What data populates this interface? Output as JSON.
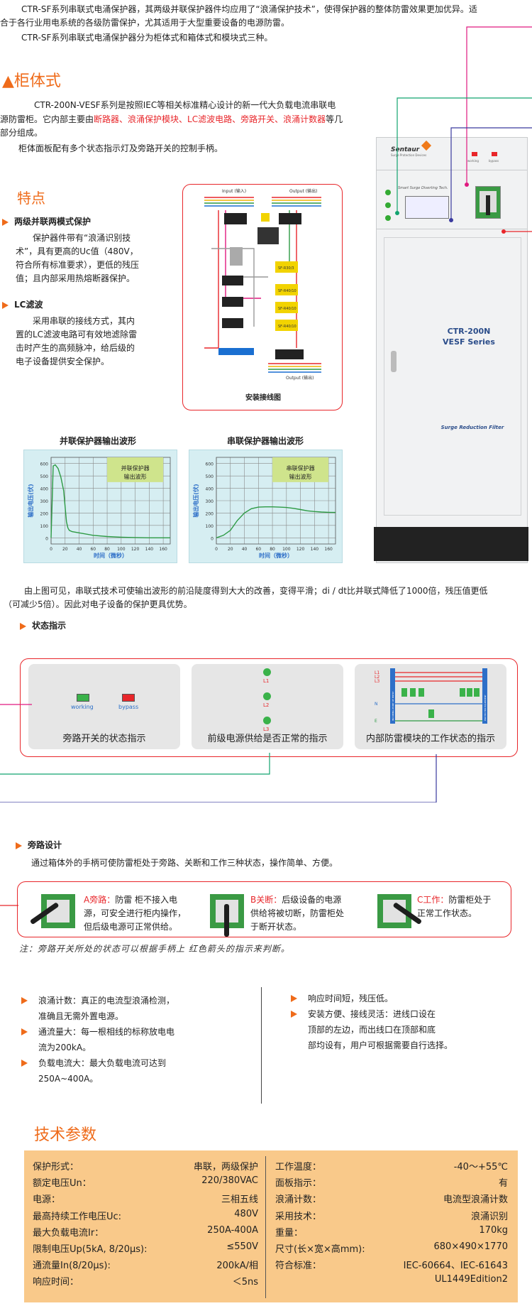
{
  "intro": {
    "para1_a": "CTR-SF系列串联式电涌保护器，其两级并联保护器件均应用了“浪涌保护技术”，使得保护器的整体防雷效果更加优异。适",
    "para1_b": "合于各行业用电系统的各级防雷保护，尤其适用于大型重要设备的电源防雷。",
    "para2": "CTR-SF系列串联式电涌保护器分为柜体式和箱体式和模块式三种。"
  },
  "cabinet_section": {
    "title": "▲柜体式",
    "line1": "CTR-200N-VESF系列是按照IEC等相关标准精心设计的新一代大负载电流串联电",
    "line2_pre": "源防雷柜。它内部主要由",
    "line2_red": "断路器、浪涌保护模块、LC滤波电路、旁路开关、浪涌计数器",
    "line2_post": "等几",
    "line3": "部分组成。",
    "line4": "柜体面板配有多个状态指示灯及旁路开关的控制手柄。"
  },
  "features": {
    "title": "特点",
    "f1_title": "两级并联两模式保护",
    "f1_lines": [
      "保护器件带有“浪涌识别技",
      "术”，具有更高的Uc值（480V，",
      "符合所有标准要求），更低的残压",
      "值；且内部采用热熔断器保护。"
    ],
    "f2_title": "LC滤波",
    "f2_lines": [
      "采用串联的接线方式，其内",
      "置的LC滤波电路可有效地滤除雷",
      "击时产生的高频脉冲，给后级的",
      "电子设备提供安全保护。"
    ]
  },
  "wiring": {
    "caption": "安装接线图",
    "input_label": "Input (输入)",
    "output_label": "Output (输出)",
    "output_label2": "Output (输出)",
    "modules": [
      "SF-R30/3",
      "SF-R40/10",
      "SF-R40/10",
      "SF-R40/10"
    ]
  },
  "cabinet": {
    "brand": "Sentaur",
    "brand_sub": "Surge Protection Devices",
    "panel_text": "Smart Surge Diverting Tech.",
    "working": "working",
    "bypass": "bypass",
    "model1": "CTR-200N",
    "model2": "VESF Series",
    "filter": "Surge Reduction Filter"
  },
  "charts": [
    {
      "heading": "并联保护器输出波形",
      "legend_lines": [
        "并联保护器",
        "输出波形"
      ],
      "ylabel": "输出电压(伏)",
      "xlabel": "时间（微秒）",
      "yticks": [
        "600",
        "500",
        "400",
        "300",
        "200",
        "100",
        "0"
      ],
      "xticks": [
        "0",
        "20",
        "40",
        "60",
        "80",
        "100",
        "120",
        "140",
        "160"
      ]
    },
    {
      "heading": "串联保护器输出波形",
      "legend_lines": [
        "串联保护器",
        "输出波形"
      ],
      "ylabel": "输出电压(伏)",
      "xlabel": "时间（微秒）",
      "yticks": [
        "600",
        "500",
        "400",
        "300",
        "200",
        "100",
        "0"
      ],
      "xticks": [
        "0",
        "20",
        "40",
        "60",
        "80",
        "100",
        "120",
        "140",
        "160"
      ]
    }
  ],
  "chart_data": [
    {
      "type": "line",
      "title": "并联保护器输出波形",
      "xlabel": "时间（微秒）",
      "ylabel": "输出电压(伏)",
      "xlim": [
        0,
        170
      ],
      "ylim": [
        -50,
        650
      ],
      "series": [
        {
          "name": "并联保护器 输出波形",
          "x": [
            0,
            3,
            6,
            10,
            14,
            18,
            20,
            22,
            24,
            26,
            30,
            40,
            60,
            80,
            100,
            120,
            140,
            160,
            170
          ],
          "y": [
            0,
            580,
            590,
            560,
            490,
            380,
            250,
            130,
            80,
            60,
            50,
            40,
            20,
            10,
            5,
            2,
            0,
            0,
            0
          ]
        }
      ]
    },
    {
      "type": "line",
      "title": "串联保护器输出波形",
      "xlabel": "时间（微秒）",
      "ylabel": "输出电压(伏)",
      "xlim": [
        0,
        170
      ],
      "ylim": [
        -50,
        650
      ],
      "series": [
        {
          "name": "串联保护器 输出波形",
          "x": [
            0,
            10,
            20,
            30,
            40,
            50,
            60,
            70,
            80,
            90,
            100,
            110,
            120,
            130,
            140,
            150,
            160,
            170
          ],
          "y": [
            0,
            20,
            60,
            140,
            200,
            235,
            248,
            250,
            250,
            248,
            245,
            238,
            228,
            218,
            212,
            208,
            206,
            205
          ]
        }
      ]
    }
  ],
  "conclusion": {
    "line1": "由上图可见，串联式技术可使输出波形的前沿陡度得到大大的改善，变得平滑；di / dt比并联式降低了1000倍，残压值更低",
    "line2": "（可减少5倍）。因此对电子设备的保护更具优势。"
  },
  "status": {
    "title": "状态指示",
    "cards": [
      {
        "caption": "旁路开关的状态指示",
        "working": "working",
        "bypass": "bypass"
      },
      {
        "caption": "前级电源供给是否正常的指示",
        "l1": "L1",
        "l2": "L2",
        "l3": "L3"
      },
      {
        "caption": "内部防雷模块的工作状态的指示",
        "lines": [
          "L1",
          "L2",
          "L3",
          "N",
          "E"
        ],
        "left_label": "INCOMING POINT OF ENTRY",
        "right_label": "PROTECTED EQUIPMENT"
      }
    ]
  },
  "bypass": {
    "title": "旁路设计",
    "desc": "通过箱体外的手柄可使防雷柜处于旁路、关断和工作三种状态，操作简单、方便。",
    "a_title": "A旁路：",
    "a_lines": [
      "防雷 柜不接入电",
      "源，可安全进行柜内操作，",
      "但后级电源可正常供给。"
    ],
    "b_title": "B关断：",
    "b_lines": [
      "后级设备的电源",
      "供给将被切断，防雷柜处",
      "于断开状态。"
    ],
    "c_title": "C工作：",
    "c_lines": [
      "防雷柜处于",
      "正常工作状态。"
    ],
    "note": "注：旁路开关所处的状态可以根据手柄上  红色箭头的指示来判断。"
  },
  "bullets_left": [
    {
      "lines": [
        "浪涌计数：真正的电流型浪涌检测，",
        "准确且无需外置电源。"
      ]
    },
    {
      "lines": [
        "通流量大：每一根相线的标称放电电",
        "流为200kA。"
      ]
    },
    {
      "lines": [
        "负载电流大：最大负载电流可达到",
        "250A~400A。"
      ]
    }
  ],
  "bullets_right": [
    {
      "lines": [
        "响应时间短，残压低。"
      ]
    },
    {
      "lines": [
        "安装方便、接线灵活：进线口设在",
        "顶部的左边，而出线口在顶部和底",
        "部均设有，用户可根据需要自行选择。"
      ]
    }
  ],
  "tech": {
    "title": "技术参数",
    "left": [
      {
        "k": "保护形式：",
        "v": "串联，两级保护"
      },
      {
        "k": "额定电压Un：",
        "v": "220/380VAC"
      },
      {
        "k": "电源：",
        "v": "三相五线"
      },
      {
        "k": "最高持续工作电压Uc:",
        "v": "480V"
      },
      {
        "k": "最大负载电流Ir：",
        "v": "250A-400A"
      },
      {
        "k": "限制电压Up(5kA, 8/20μs):",
        "v": "≤550V"
      },
      {
        "k": "通流量In(8/20μs):",
        "v": "200kA/相"
      },
      {
        "k": "响应时间：",
        "v": "＜5ns"
      }
    ],
    "right": [
      {
        "k": "工作温度：",
        "v": "-40～+55℃"
      },
      {
        "k": "面板指示：",
        "v": "有"
      },
      {
        "k": "浪涌计数：",
        "v": "电流型浪涌计数"
      },
      {
        "k": "采用技术：",
        "v": "浪涌识别"
      },
      {
        "k": "重量：",
        "v": "170kg"
      },
      {
        "k": "尺寸(长×宽×高mm):",
        "v": "680×490×1770"
      },
      {
        "k": "符合标准：",
        "v": "IEC-60664、IEC-61643"
      },
      {
        "k": "",
        "v": "UL1449Edition2"
      }
    ]
  },
  "colors": {
    "accent": "#ef6b1a",
    "red": "#e8262a",
    "table_bg": "#f9c98a",
    "chart_bg": "#d6eef2",
    "green_line": "#2d9a44",
    "magenta": "#e0197f",
    "teal": "#12a36f",
    "navy": "#3a3a9e"
  }
}
